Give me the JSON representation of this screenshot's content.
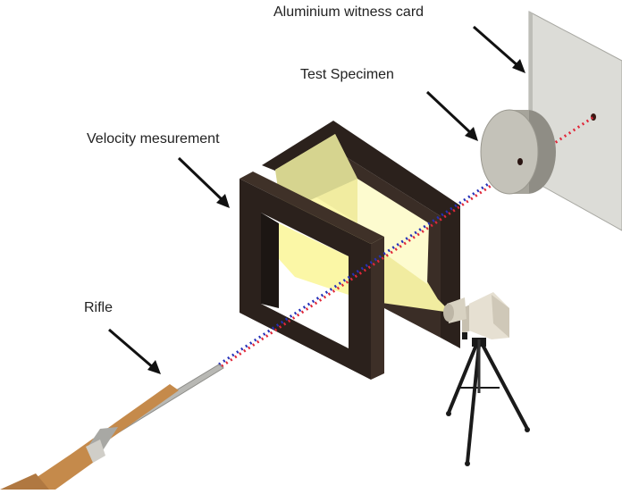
{
  "labels": {
    "witness_card": "Aluminium witness card",
    "test_specimen": "Test Specimen",
    "velocity": "Velocity mesurement",
    "rifle": "Rifle"
  },
  "colors": {
    "frame": "#2b211c",
    "frame_side": "#3a2d26",
    "light": "#fbf7a6",
    "shadow": "#c6c489",
    "witness_card": "#dcdcd7",
    "specimen": "#c4c2b9",
    "camera": "#e6e0d2",
    "stock": "#c58a4b",
    "barrel": "#b8b8b4",
    "red_trajectory": "#e0283a",
    "blue_trajectory": "#2530b8"
  }
}
